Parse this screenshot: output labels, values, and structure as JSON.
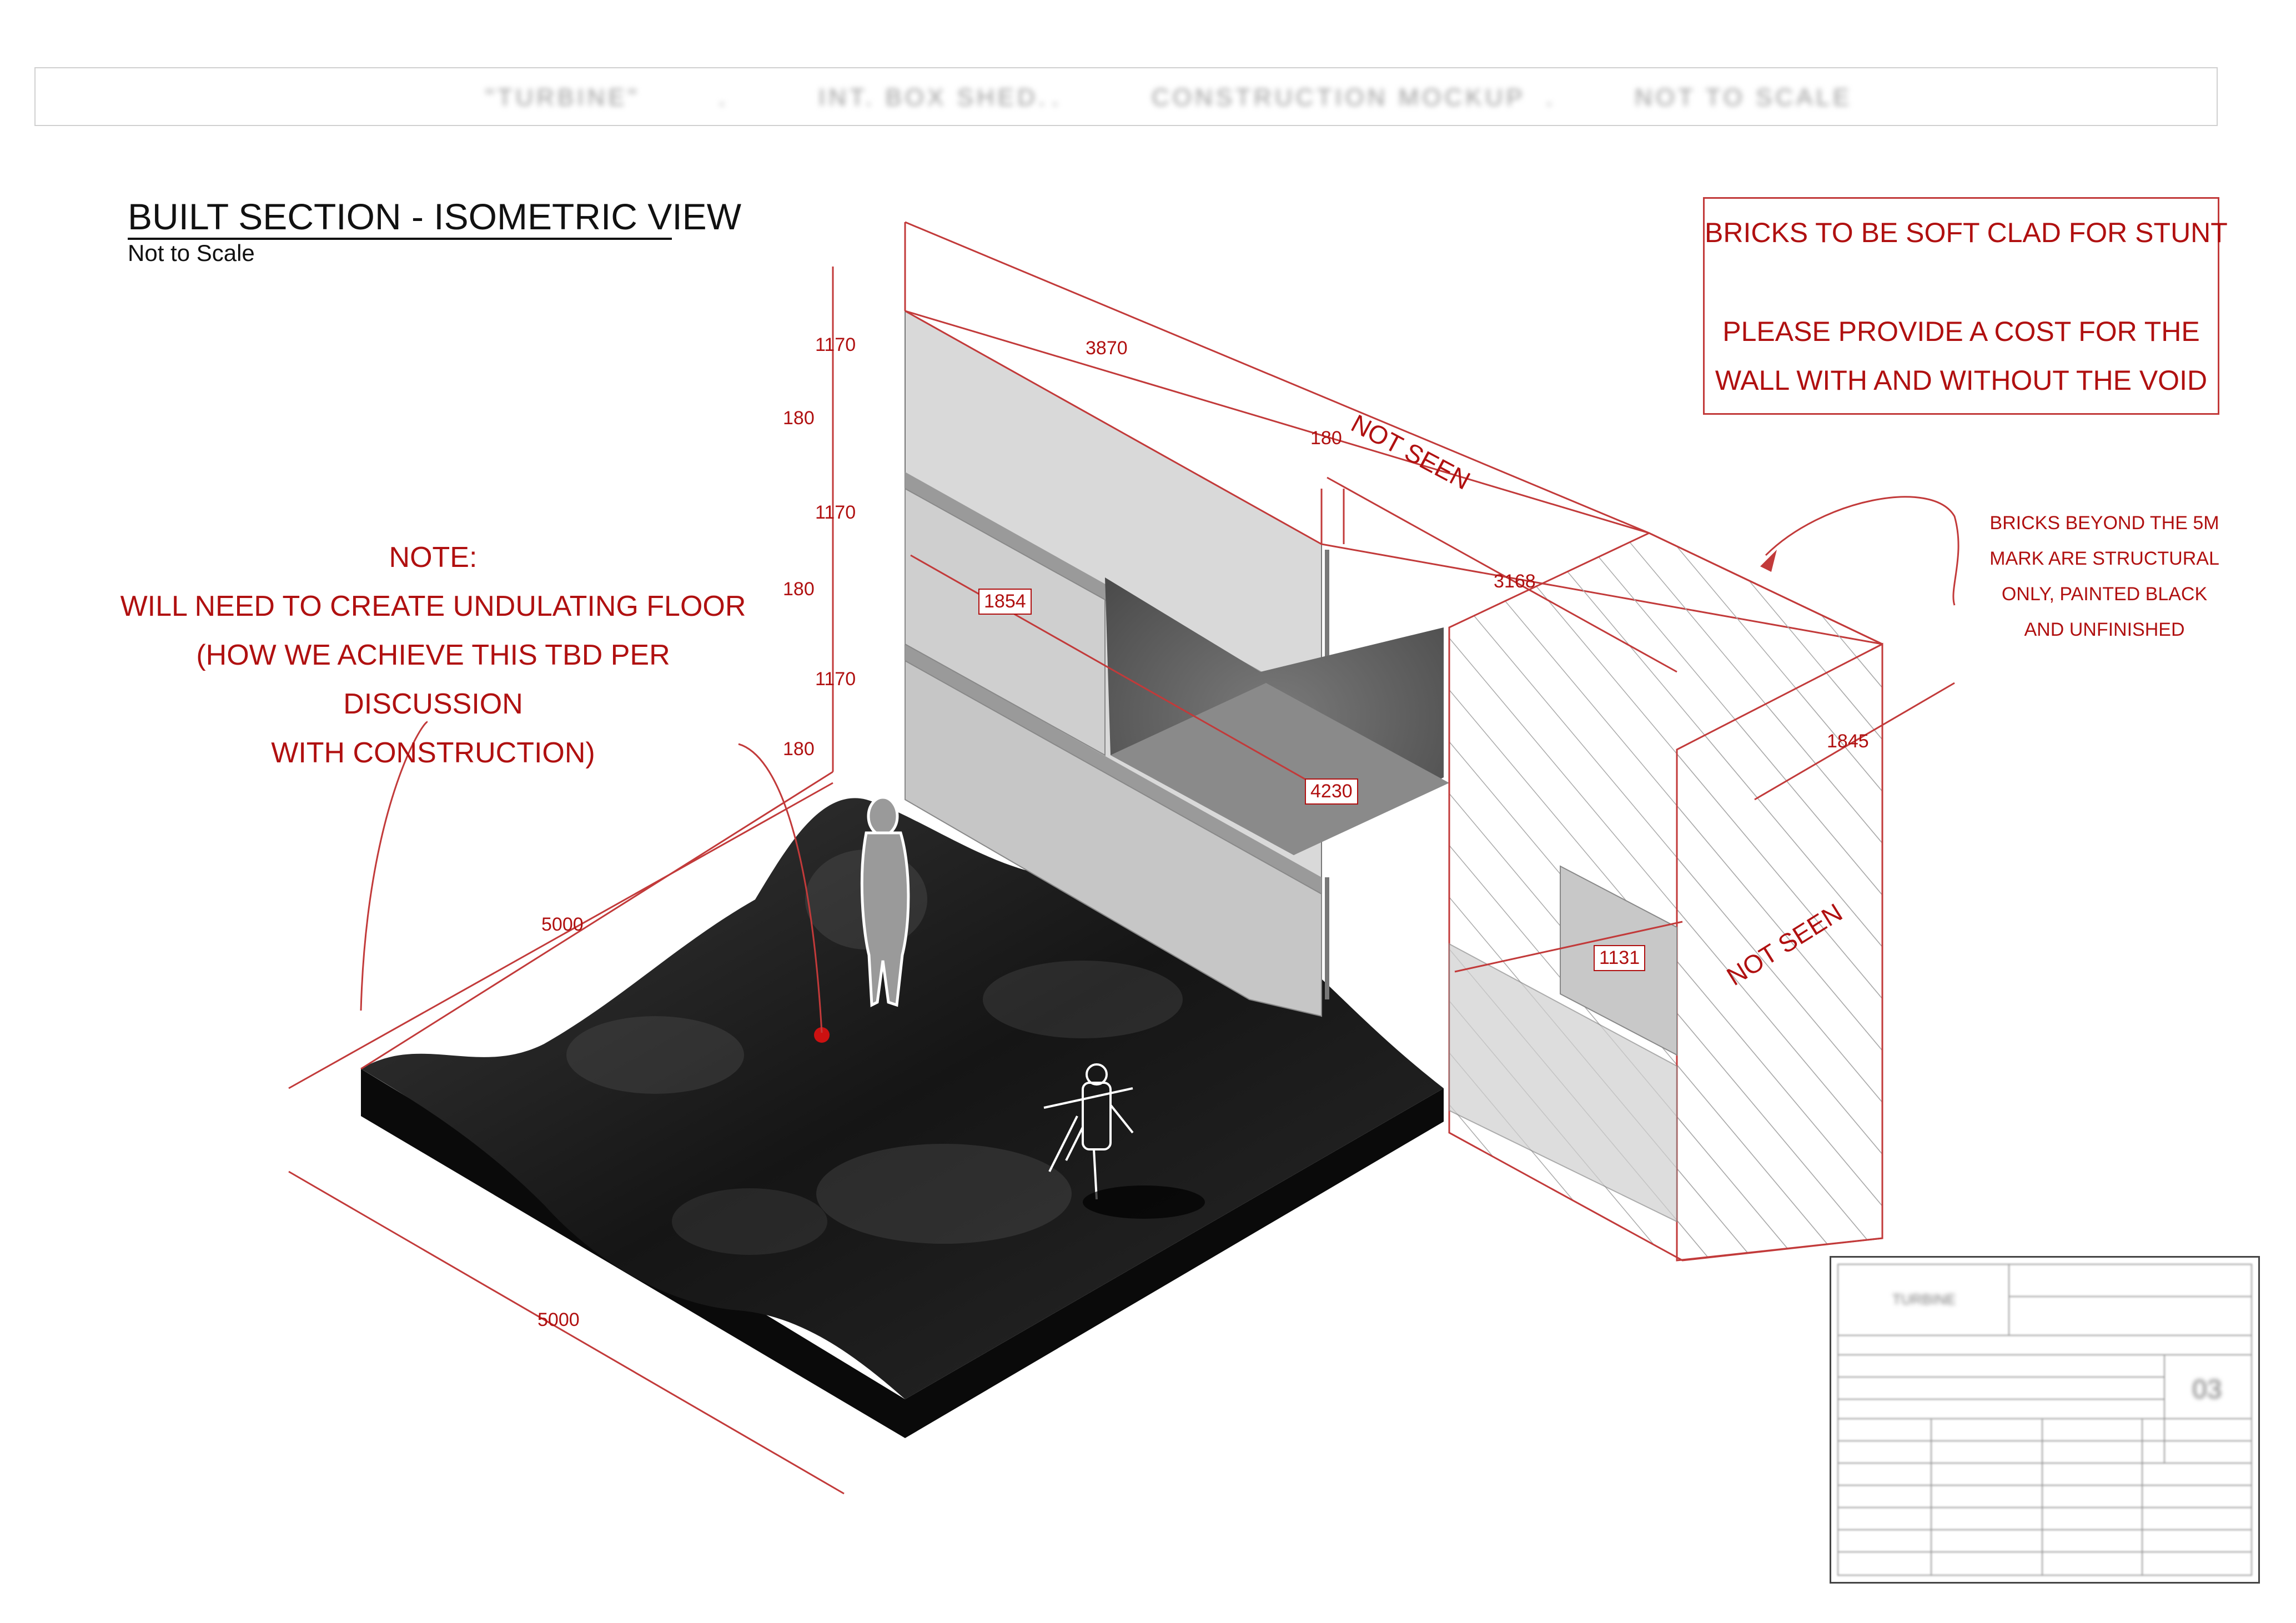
{
  "header": {
    "items": [
      "\"TURBINE\"",
      "INT. BOX SHED.",
      "CONSTRUCTION MOCKUP",
      "NOT TO SCALE"
    ],
    "separators": [
      ".",
      ".",
      "."
    ]
  },
  "title": "BUILT SECTION - ISOMETRIC VIEW",
  "subtitle": "Not to Scale",
  "note": {
    "heading": "NOTE:",
    "lines": [
      "WILL NEED TO CREATE UNDULATING FLOOR",
      "(HOW WE ACHIEVE THIS TBD PER DISCUSSION",
      "WITH CONSTRUCTION)"
    ]
  },
  "callout_box": {
    "line1": "BRICKS TO BE SOFT CLAD FOR STUNT",
    "line2": "PLEASE PROVIDE A COST FOR THE",
    "line3": "WALL WITH AND WITHOUT THE VOID"
  },
  "side_note": {
    "lines": [
      "BRICKS BEYOND THE 5M",
      "MARK ARE STRUCTURAL",
      "ONLY, PAINTED BLACK",
      "AND UNFINISHED"
    ]
  },
  "labels": {
    "not_seen_top": "NOT SEEN",
    "not_seen_side": "NOT SEEN"
  },
  "dimensions": {
    "v1": "1170",
    "v2": "180",
    "v3": "1170",
    "v4": "180",
    "v5": "1170",
    "v6": "180",
    "top_length": "3870",
    "gap": "180",
    "right_length": "3168",
    "depth": "1845",
    "void_depth": "1854",
    "void_length": "4230",
    "void_side": "1131",
    "floor_a": "5000",
    "floor_b": "5000"
  },
  "title_block": {
    "project": "TURBINE",
    "drawing_no": "03"
  },
  "colors": {
    "annotation_red": "#b01010",
    "floor_black": "#1a1a1a",
    "wall_grey": "#c8c8c8"
  }
}
